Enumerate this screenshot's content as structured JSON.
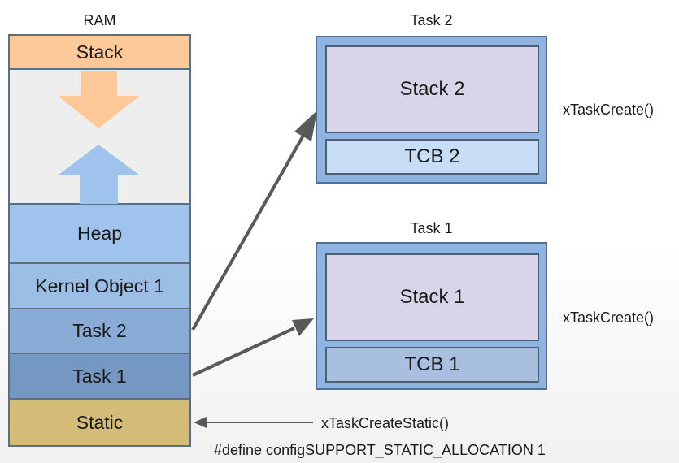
{
  "ram": {
    "title": "RAM",
    "stack": "Stack",
    "heap": "Heap",
    "kernel_object": "Kernel Object 1",
    "task2": "Task 2",
    "task1": "Task 1",
    "static": "Static"
  },
  "task2_box": {
    "title": "Task 2",
    "stack": "Stack 2",
    "tcb": "TCB 2",
    "create_fn": "xTaskCreate()"
  },
  "task1_box": {
    "title": "Task 1",
    "stack": "Stack 1",
    "tcb": "TCB 1",
    "create_fn": "xTaskCreate()"
  },
  "static_alloc": {
    "create_fn": "xTaskCreateStatic()",
    "define": "#define configSUPPORT_STATIC_ALLOCATION 1"
  },
  "colors": {
    "stack": "#fdc998",
    "free": "#eeeeee",
    "heap": "#9fc3ec",
    "kernel": "#9cbde4",
    "task2": "#88acd6",
    "task1": "#7598c3",
    "static": "#d4bc78",
    "task_outer": "#8fb4e2",
    "stack_inner": "#d9d4ea",
    "tcb2": "#c7dcf5",
    "tcb1": "#a9bfe0",
    "arrow": "#595959"
  }
}
